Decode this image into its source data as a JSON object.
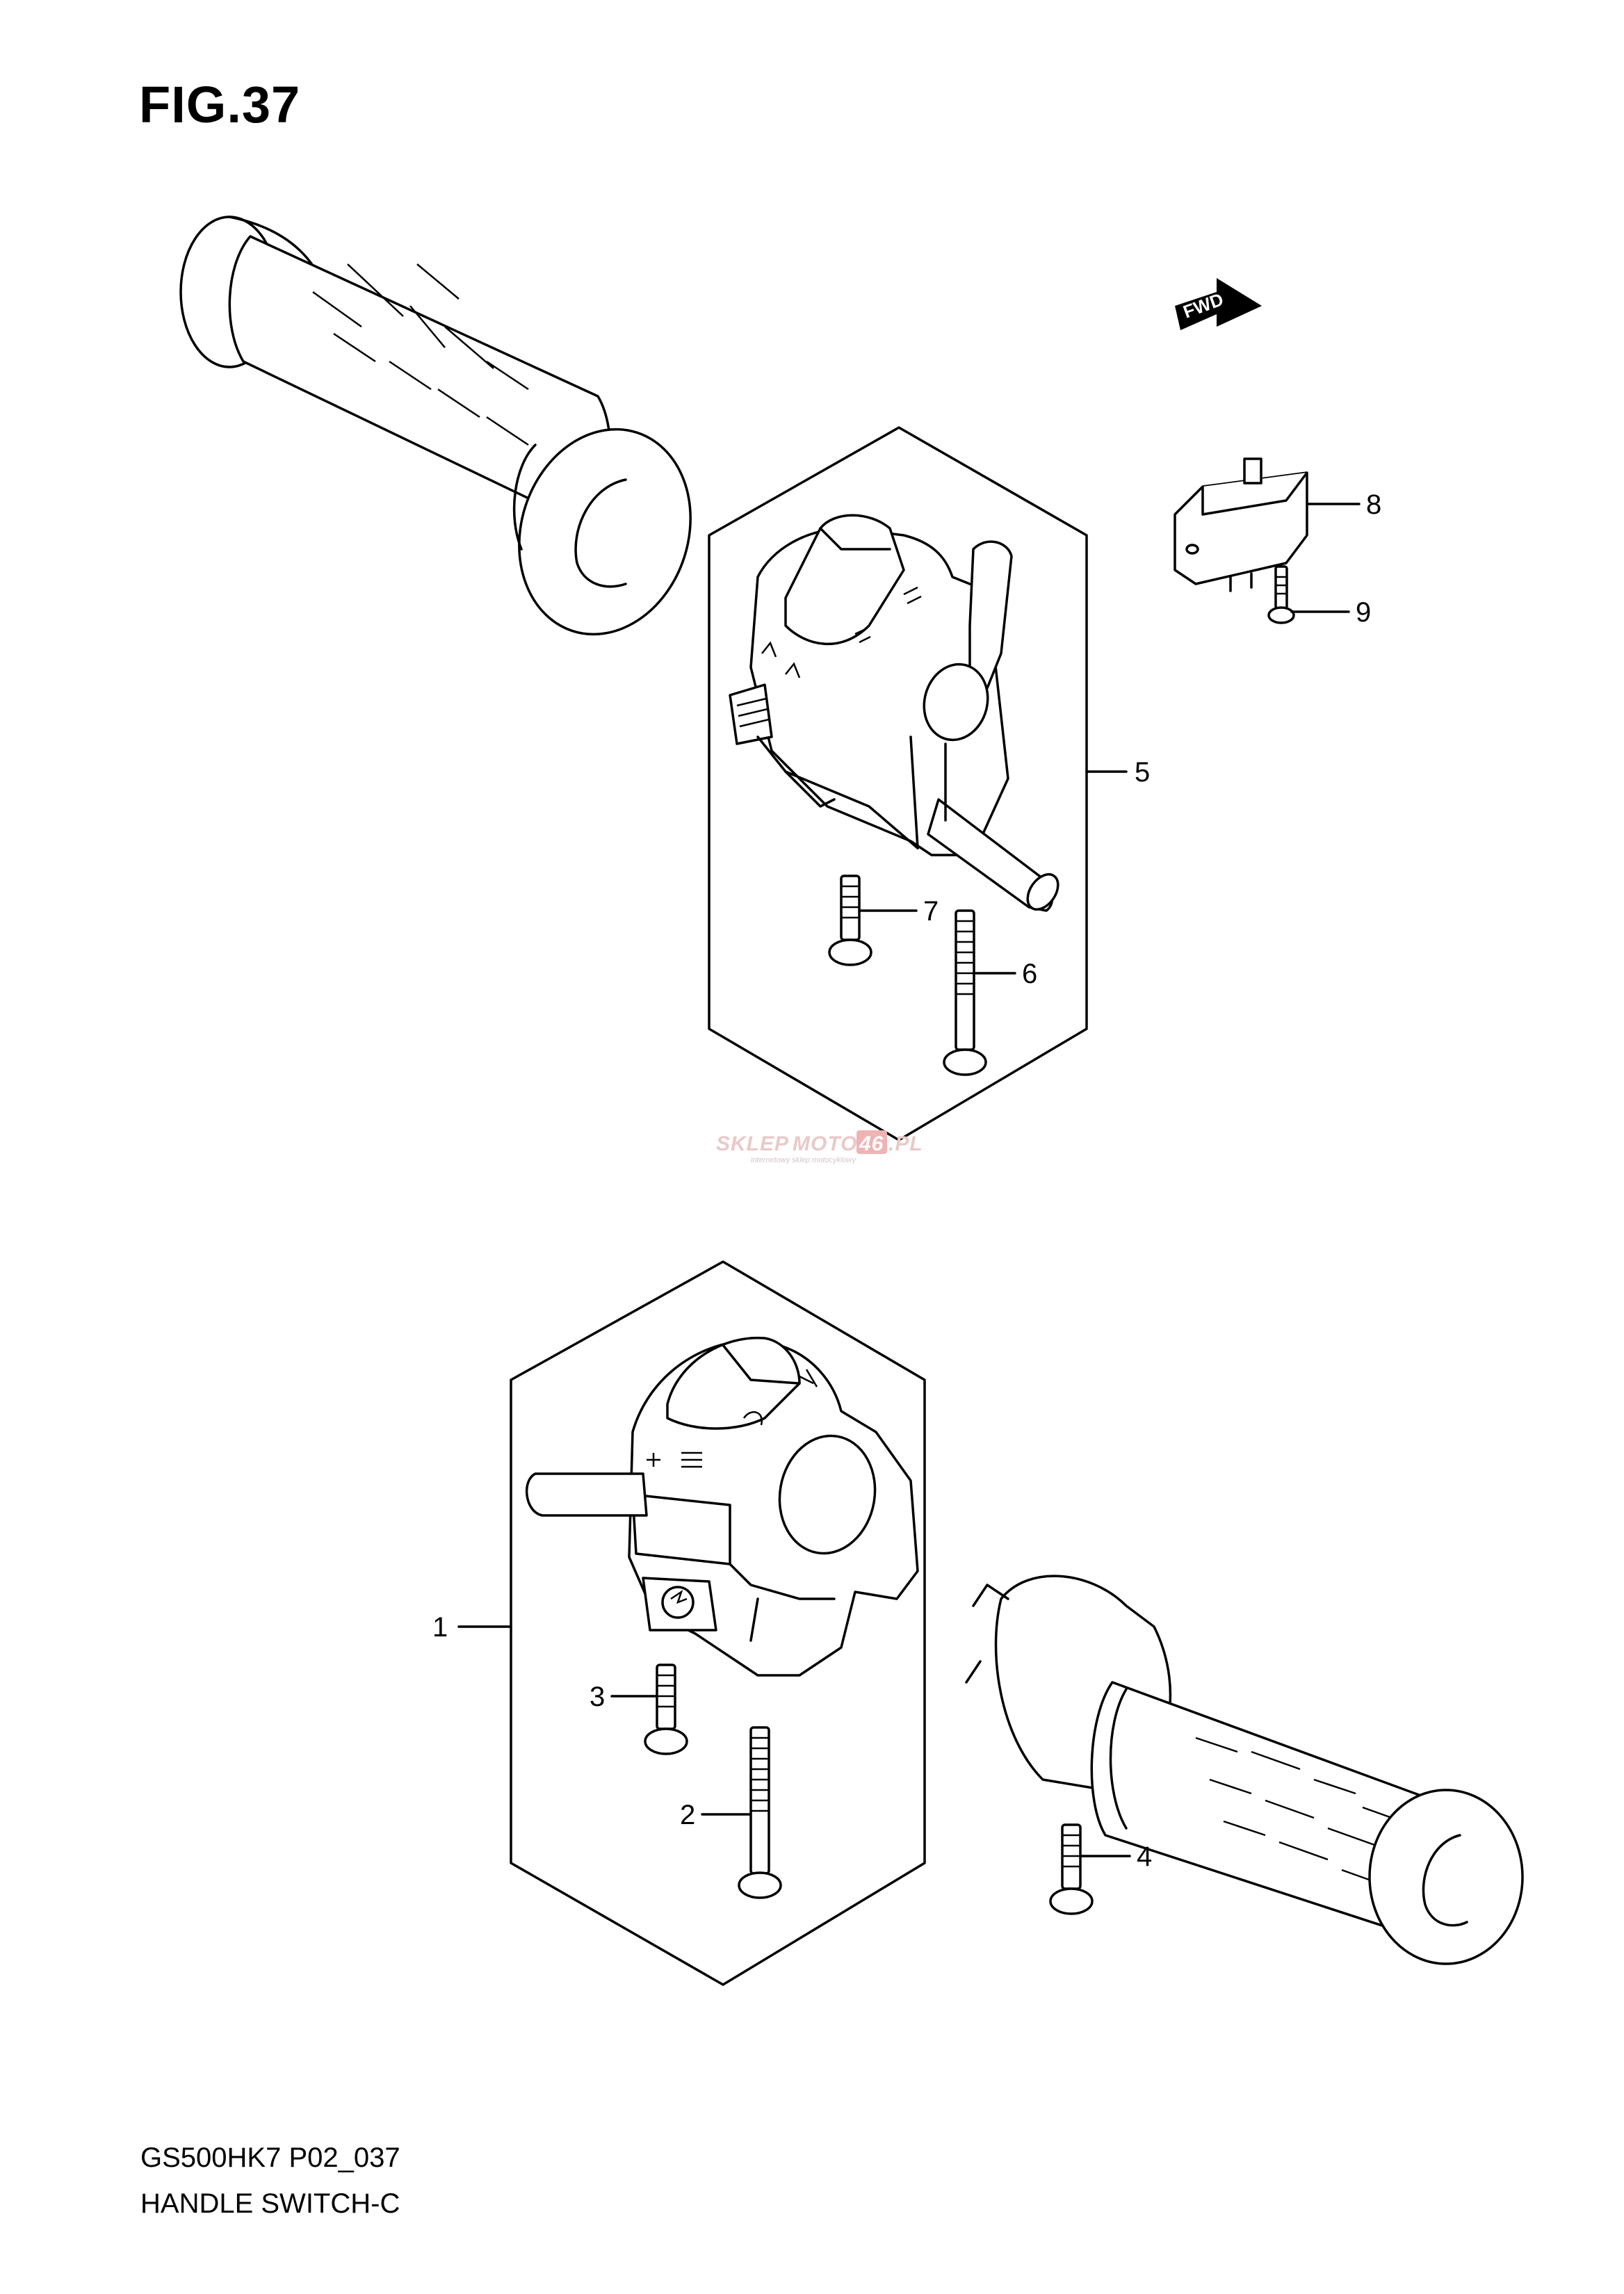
{
  "figure": {
    "title": "FIG.37",
    "model_code": "GS500HK7 P02_037",
    "section_name": "HANDLE SWITCH-C"
  },
  "direction_marker": {
    "label": "FWD"
  },
  "watermark": {
    "brand_prefix": "SKLEP",
    "brand_mid": "MOTO",
    "brand_number": "46",
    "brand_suffix": ".PL",
    "tagline": "internetowy sklep motocyklowy"
  },
  "callouts": [
    {
      "id": "c1",
      "label": "1"
    },
    {
      "id": "c2",
      "label": "2"
    },
    {
      "id": "c3",
      "label": "3"
    },
    {
      "id": "c4",
      "label": "4"
    },
    {
      "id": "c5",
      "label": "5"
    },
    {
      "id": "c6",
      "label": "6"
    },
    {
      "id": "c7",
      "label": "7"
    },
    {
      "id": "c8",
      "label": "8"
    },
    {
      "id": "c9",
      "label": "9"
    }
  ],
  "colors": {
    "line": "#000000",
    "background": "#ffffff",
    "watermark": "#e9c9c9"
  }
}
